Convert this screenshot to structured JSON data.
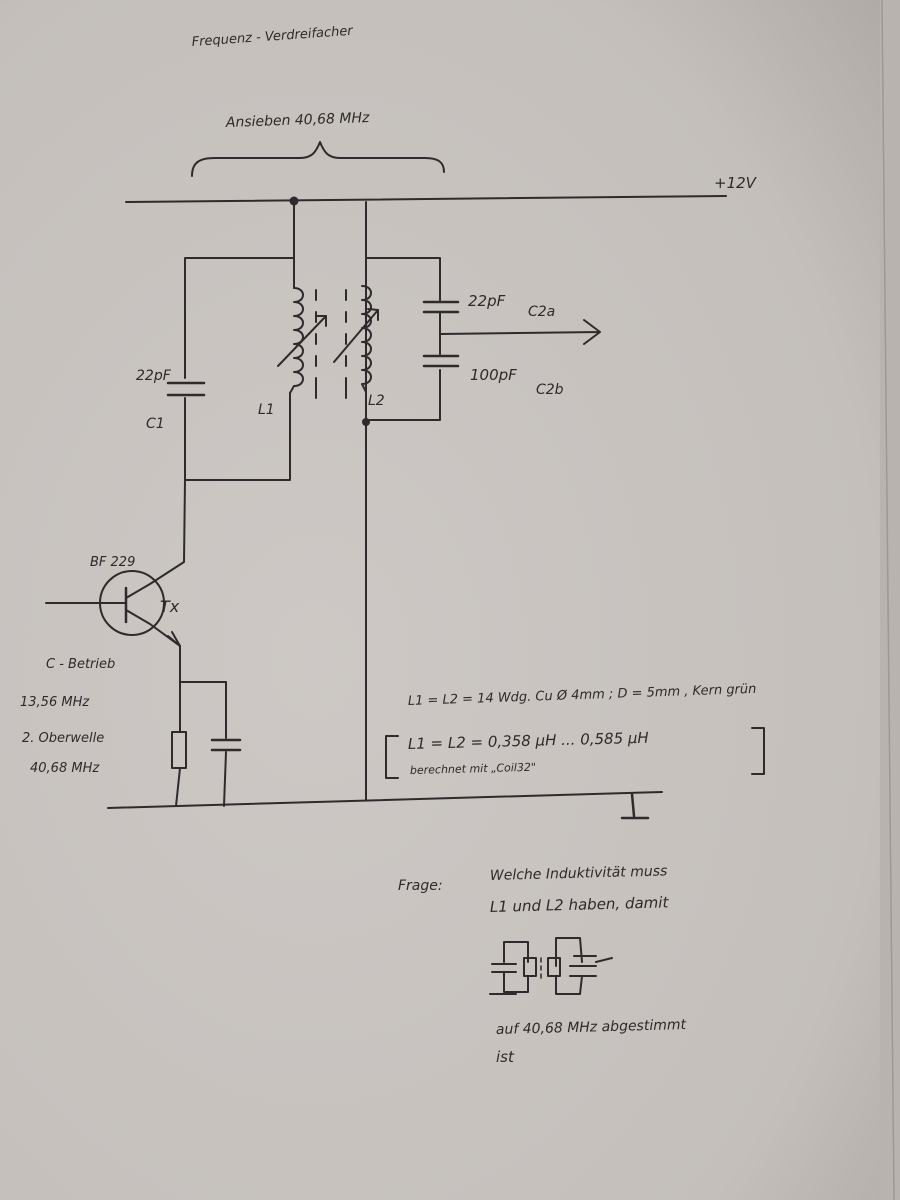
{
  "title": "Frequenz - Verdreifacher",
  "drive_label": "Ansieben 40,68 MHz",
  "supply": "+12V",
  "transistor": {
    "type": "BF 229",
    "name": "Tx",
    "mode": "C - Betrieb"
  },
  "input_info": [
    "13,56 MHz",
    "2. Oberwelle",
    "40,68 MHz"
  ],
  "c1": {
    "value": "22pF",
    "name": "C1"
  },
  "l1": {
    "name": "L1"
  },
  "l2": {
    "name": "L2"
  },
  "c2a": {
    "value": "22pF",
    "name": "C2a"
  },
  "c2b": {
    "value": "100pF",
    "name": "C2b"
  },
  "coil_spec": "L1 = L2 = 14 Wdg. Cu Ø 4mm ; D = 5mm , Kern grün",
  "coil_calc": "L1 = L2 =   0,358 µH ... 0,585 µH",
  "coil_calc_note": "berechnet mit „Coil32\"",
  "question_label": "Frage:",
  "question_lines": [
    "Welche Induktivität muss",
    "L1 und L2 haben, damit"
  ],
  "question_end": [
    "auf 40,68 MHz abgestimmt",
    "ist"
  ],
  "colors": {
    "paper": "#cbc6c2",
    "ink": "#2f2b2c"
  }
}
